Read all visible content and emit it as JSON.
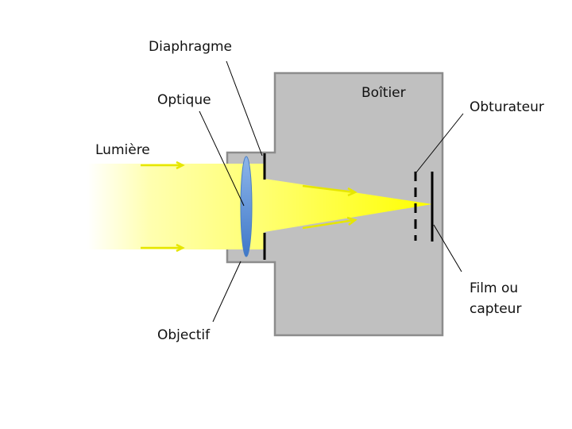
{
  "title": "Schéma d'un appareil photo",
  "labels": {
    "diaphragme": "Diaphragme",
    "optique": "Optique",
    "lumiere": "Lumière",
    "boitier": "Boîtier",
    "obturateur": "Obturateur",
    "film_line1": "Film ou",
    "film_line2": "capteur",
    "objectif": "Objectif"
  },
  "colors": {
    "body": "#c0c0c0",
    "body_border": "#8c8c8c",
    "light": "#ffff33",
    "arrow": "#e6e600",
    "lens": "#5f95d8",
    "ink": "#000000"
  }
}
